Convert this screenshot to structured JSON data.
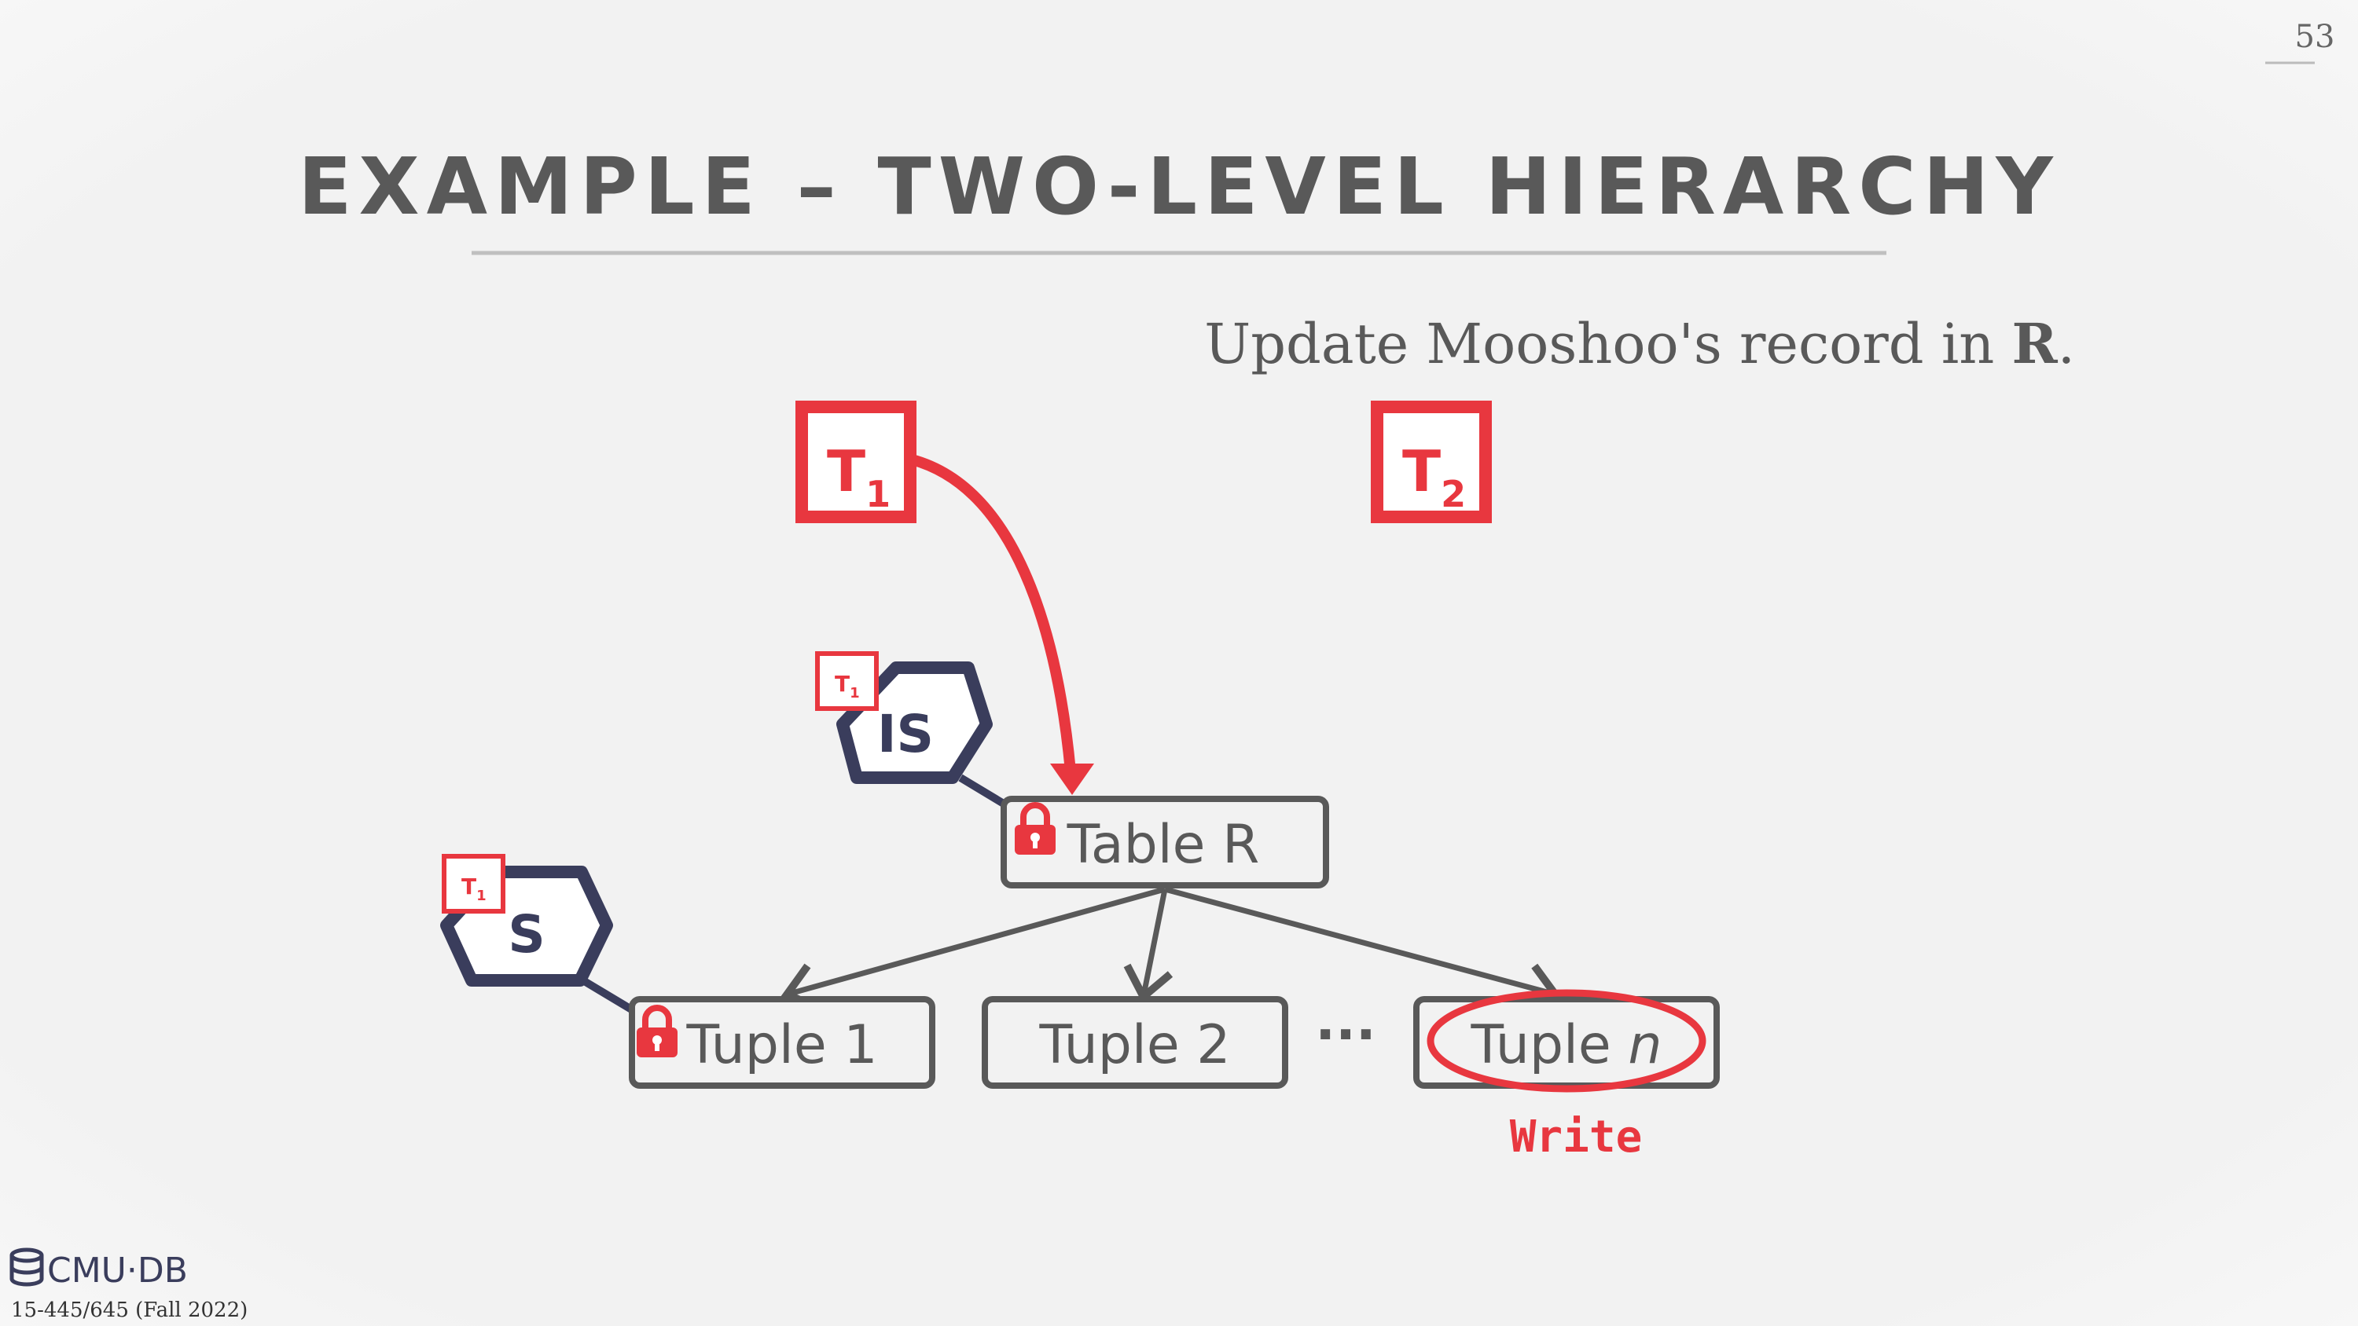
{
  "page_number": "53",
  "title": "EXAMPLE – TWO-LEVEL HIERARCHY",
  "subtitle": {
    "prefix": "Update Mooshoo's record in ",
    "bold": "R",
    "suffix": "."
  },
  "transactions": [
    {
      "base": "T",
      "sub": "1"
    },
    {
      "base": "T",
      "sub": "2"
    }
  ],
  "locks": [
    {
      "mode": "IS",
      "holder": {
        "base": "T",
        "sub": "1"
      },
      "on": "Table R"
    },
    {
      "mode": "S",
      "holder": {
        "base": "T",
        "sub": "1"
      },
      "on": "Tuple 1"
    }
  ],
  "nodes": {
    "table": "Table R",
    "tuples": [
      "Tuple 1",
      "Tuple 2"
    ],
    "ellipsis": "···",
    "tuple_n": {
      "prefix": "Tuple ",
      "italic": "n"
    }
  },
  "write_label": "Write",
  "logo": "CMU·DB",
  "course": "15-445/645 (Fall 2022)",
  "colors": {
    "accent_red": "#e8373f",
    "lock_navy": "#3a3d5c",
    "node_gray": "#595959",
    "background": "#f2f2f2"
  },
  "icons": [
    "padlock-icon",
    "database-icon"
  ]
}
